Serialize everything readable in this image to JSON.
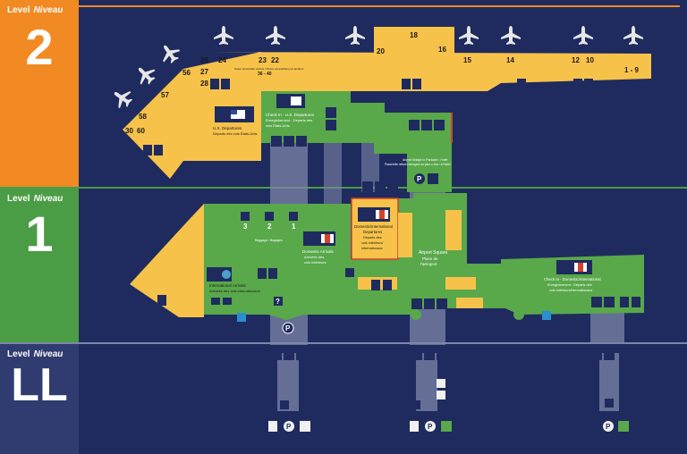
{
  "levels": [
    {
      "caption_en": "Level",
      "caption_fr": "Niveau",
      "number": "2",
      "color": "#f18a22"
    },
    {
      "caption_en": "Level",
      "caption_fr": "Niveau",
      "number": "1",
      "color": "#4a9d44"
    },
    {
      "caption_en": "Level",
      "caption_fr": "Niveau",
      "number": "LL",
      "color": "#303c70"
    }
  ],
  "colors": {
    "background": "#1f2b5e",
    "terminal": "#f6c24a",
    "public": "#59a84a",
    "connector": "#7e86a8",
    "icon_box": "#1f2b5e"
  },
  "level2": {
    "gates": [
      "30",
      "60",
      "58",
      "57",
      "56",
      "26",
      "27",
      "28",
      "24",
      "23",
      "22",
      "20",
      "18",
      "16",
      "15",
      "14",
      "12",
      "10",
      "1 - 9"
    ],
    "gate_sub": "36 - 40",
    "gate_sub_caption": "Gates accessible via bus / Portes accessibles par autobus",
    "us_departures_en": "U.S. Departures",
    "us_departures_fr": "Départs des vols États-Unis",
    "checkin_us_en": "Check In - U.S. Departures",
    "checkin_us_fr1": "Enregistrement - Départs des",
    "checkin_us_fr2": "vols États-Unis",
    "hotel_link_en": "Airport Bridge to Parkade / Hotel",
    "hotel_link_fr": "Passerelle reliant l'aérogare au parc-o-bus / à l'hôtel"
  },
  "level1": {
    "carousels": [
      "3",
      "2",
      "1"
    ],
    "baggage": "Baggage / Bagages",
    "domestic_arrivals_en": "Domestic Arrivals",
    "domestic_arrivals_fr1": "Arrivées des",
    "domestic_arrivals_fr2": "vols intérieurs",
    "intl_arrivals_en": "International Arrivals",
    "intl_arrivals_fr": "Arrivées des vols internationaux",
    "dom_intl_dep_en1": "Domestic/International",
    "dom_intl_dep_en2": "Departures",
    "dom_intl_dep_fr1": "Départs des",
    "dom_intl_dep_fr2": "vols intérieurs/",
    "dom_intl_dep_fr3": "internationaux",
    "airport_square_en": "Airport Square",
    "airport_square_fr1": "Place de",
    "airport_square_fr2": "l'aéroport",
    "checkin_dom_en": "Check In - Domestic/International",
    "checkin_dom_fr1": "Enregistrement - Départs des",
    "checkin_dom_fr2": "vols intérieurs/internationaux"
  },
  "icons": [
    "airplane-icon",
    "parking-icon",
    "elevator-icon",
    "escalator-icon",
    "restroom-icon",
    "info-icon",
    "baggage-icon",
    "phone-icon",
    "taxi-icon",
    "bus-icon",
    "canada-flag-icon",
    "us-flag-icon",
    "globe-icon"
  ]
}
